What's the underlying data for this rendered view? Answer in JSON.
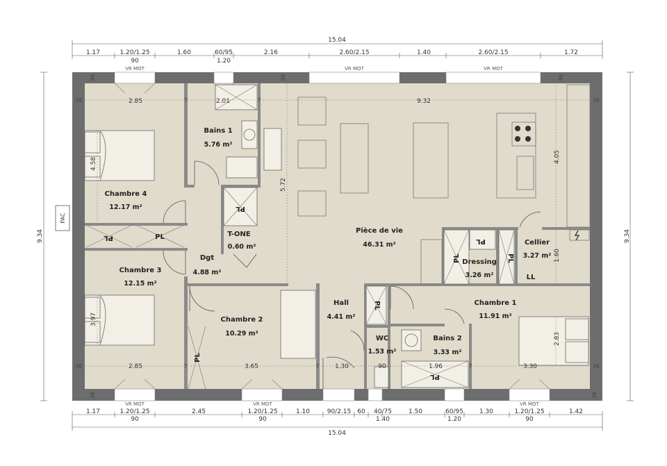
{
  "overall": {
    "width_top": "15.04",
    "width_bottom": "15.04",
    "height_left": "9.34",
    "height_right": "9.34",
    "pac_label": "PAC"
  },
  "top_dims": [
    "1.17",
    "1.20/1.25",
    "1.60",
    "60/95",
    "2.16",
    "2.60/2.15",
    "1.40",
    "2.60/2.15",
    "1.72"
  ],
  "top_subdims": [
    "90",
    "1.20"
  ],
  "bottom_dims": [
    "1.17",
    "1.20/1.25",
    "2.45",
    "1.20/1.25",
    "1.10",
    "90/2.15",
    "60",
    "40/75",
    "1.50",
    "60/95",
    "1.30",
    "1.20/1.25",
    "1.42"
  ],
  "bottom_subdims": [
    "90",
    "90",
    "1.40",
    "1.20",
    "90"
  ],
  "vr_mot": "VR MOT",
  "wall_36": "36",
  "wall_7": "7",
  "rooms": {
    "chambre4": {
      "name": "Chambre 4",
      "area": "12.17 m²"
    },
    "bains1": {
      "name": "Bains 1",
      "area": "5.76 m²"
    },
    "tone": {
      "name": "T-ONE",
      "area": "0.60 m²"
    },
    "dgt": {
      "name": "Dgt",
      "area": "4.88 m²"
    },
    "chambre3": {
      "name": "Chambre 3",
      "area": "12.15 m²"
    },
    "vie": {
      "name": "Pièce de vie",
      "area": "46.31 m²"
    },
    "dressing": {
      "name": "Dressing",
      "area": "3.26 m²"
    },
    "cellier": {
      "name": "Cellier",
      "area": "3.27 m²"
    },
    "chambre2": {
      "name": "Chambre 2",
      "area": "10.29 m²"
    },
    "hall": {
      "name": "Hall",
      "area": "4.41 m²"
    },
    "wc": {
      "name": "WC",
      "area": "1.53 m²"
    },
    "bains2": {
      "name": "Bains 2",
      "area": "3.33 m²"
    },
    "chambre1": {
      "name": "Chambre 1",
      "area": "11.91 m²"
    }
  },
  "interior_dims": {
    "d285_top": "2.85",
    "d201": "2.01",
    "d932": "9.32",
    "d458": "4.58",
    "d572": "5.72",
    "d405": "4.05",
    "d397": "3.97",
    "d160": "1.60",
    "d283": "2.83",
    "d285_bot": "2.85",
    "d365": "3.65",
    "d130": "1.30",
    "d90": "90",
    "d196": "1.96",
    "d330": "3.30"
  },
  "placard": "PL",
  "ll": "LL"
}
